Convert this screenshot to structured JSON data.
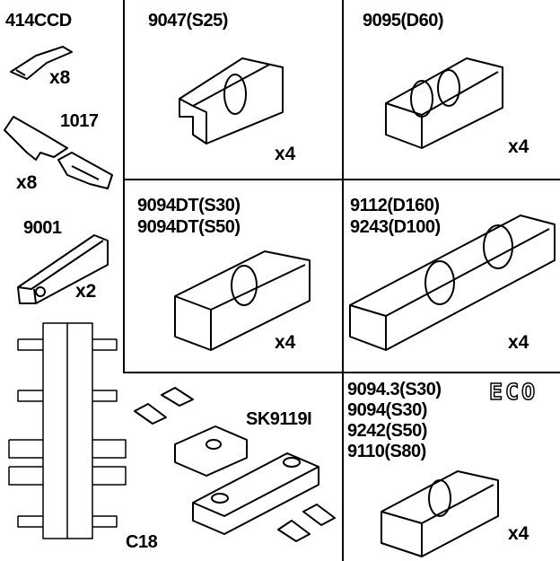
{
  "parts": [
    {
      "code": "414CCD",
      "qty": "x8"
    },
    {
      "code": "1017",
      "qty": "x8"
    },
    {
      "code": "9001",
      "qty": "x2"
    },
    {
      "code": "C18"
    },
    {
      "code": "9047(S25)",
      "qty": "x4"
    },
    {
      "code": "9095(D60)",
      "qty": "x4"
    },
    {
      "codes": [
        "9094DT(S30)",
        "9094DT(S50)"
      ],
      "qty": "x4"
    },
    {
      "codes": [
        "9112(D160)",
        "9243(D100)"
      ],
      "qty": "x4"
    },
    {
      "code": "SK9119I"
    },
    {
      "codes": [
        "9094.3(S30)",
        "9094(S30)",
        "9242(S50)",
        "9110(S80)"
      ],
      "qty": "x4",
      "badge": "ECO"
    }
  ]
}
